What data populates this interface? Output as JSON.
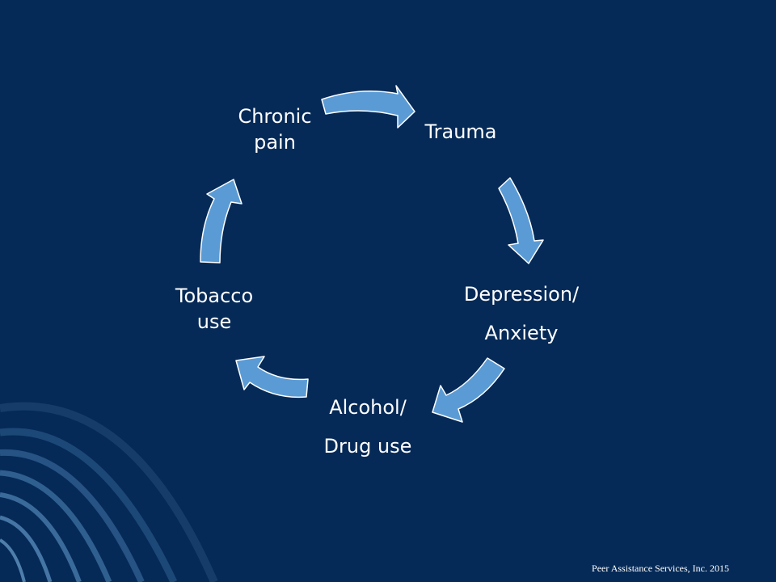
{
  "diagram": {
    "type": "cycle",
    "nodes": [
      {
        "id": "trauma",
        "lines": [
          "Trauma"
        ]
      },
      {
        "id": "depression",
        "lines": [
          "Depression/",
          "Anxiety"
        ]
      },
      {
        "id": "alcohol",
        "lines": [
          "Alcohol/",
          "Drug use"
        ]
      },
      {
        "id": "tobacco",
        "lines": [
          "Tobacco",
          "use"
        ]
      },
      {
        "id": "chronic",
        "lines": [
          "Chronic",
          "pain"
        ]
      }
    ],
    "edges": [
      {
        "from": "chronic",
        "to": "trauma"
      },
      {
        "from": "trauma",
        "to": "depression"
      },
      {
        "from": "depression",
        "to": "alcohol"
      },
      {
        "from": "alcohol",
        "to": "tobacco"
      },
      {
        "from": "tobacco",
        "to": "chronic"
      }
    ]
  },
  "footer": {
    "text": "Peer Assistance Services, Inc. 2015"
  },
  "colors": {
    "background": "#062a57",
    "arrow_fill": "#5b9bd5",
    "arrow_stroke": "#ffffff",
    "text": "#ffffff"
  }
}
